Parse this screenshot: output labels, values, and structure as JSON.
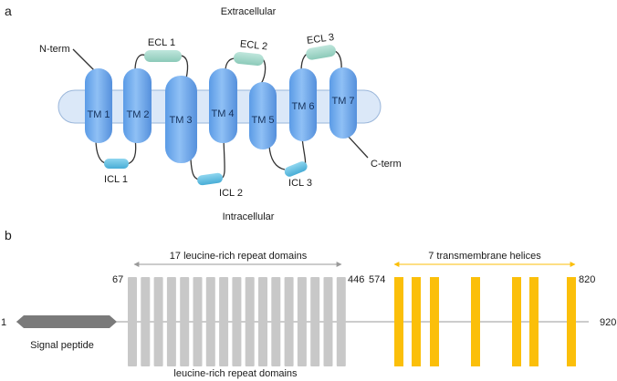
{
  "panel_a": {
    "label": "a",
    "extracellular": "Extracellular",
    "intracellular": "Intracellular",
    "n_term": "N-term",
    "c_term": "C-term",
    "helices": [
      "TM 1",
      "TM 2",
      "TM 3",
      "TM 4",
      "TM 5",
      "TM 6",
      "TM 7"
    ],
    "ecl": [
      "ECL 1",
      "ECL 2",
      "ECL 3"
    ],
    "icl": [
      "ICL 1",
      "ICL 2",
      "ICL 3"
    ],
    "colors": {
      "helix": "#6aa7ec",
      "membrane": "#dbe8f8",
      "ecl": "#9fd6c8",
      "icl": "#5fbde0"
    }
  },
  "panel_b": {
    "label": "b",
    "start": "1",
    "end": "920",
    "signal_peptide": "Signal peptide",
    "lrr_top_label": "17 leucine-rich repeat domains",
    "lrr_bottom_label": "leucine-rich repeat domains",
    "lrr_start": "67",
    "lrr_end": "446",
    "lrr_count": 17,
    "tm_label": "7 transmembrane helices",
    "tm_start": "574",
    "tm_end": "820",
    "tm_count": 7,
    "colors": {
      "signal": "#7a7a7a",
      "lrr": "#c8c8c8",
      "tm": "#fbbf0a",
      "arrow_lrr": "#9a9a9a",
      "arrow_tm": "#fbbf0a",
      "line": "#9a9a9a"
    }
  }
}
